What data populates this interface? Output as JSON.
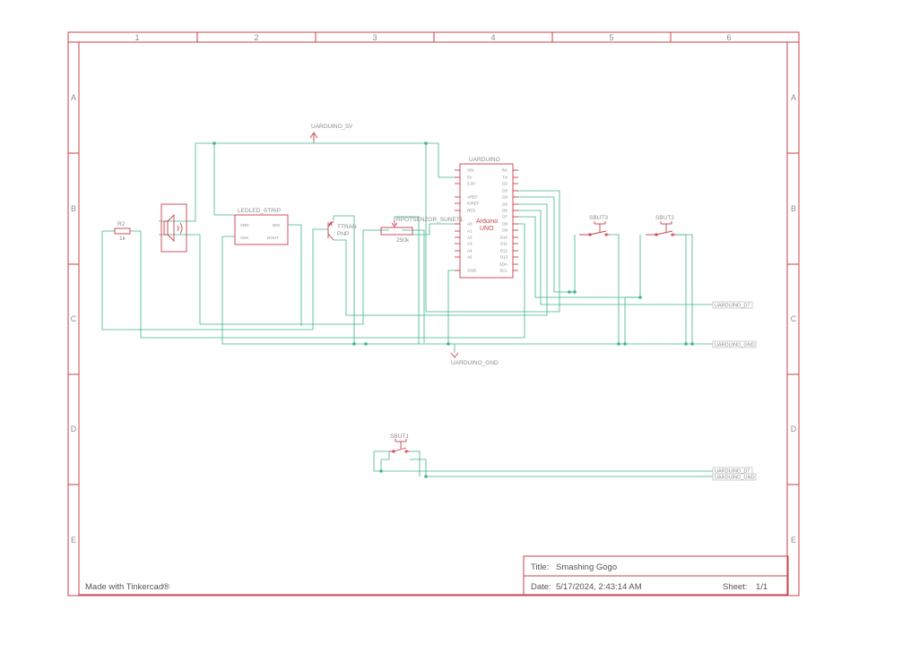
{
  "grid": {
    "columns": [
      "1",
      "2",
      "3",
      "4",
      "5",
      "6"
    ],
    "rows": [
      "A",
      "B",
      "C",
      "D",
      "E"
    ]
  },
  "labels": {
    "supply": "UARDUINO_5V",
    "ground": "UARDUINO_GND",
    "resistor_name": "R2",
    "resistor_value": "1k",
    "led_strip": "LEDLED_STRIP",
    "led_pins": [
      "VDD",
      "DIN",
      "VSS",
      "DOUT"
    ],
    "transistor_name": "TTRAN",
    "transistor_type": "PNP",
    "pot_name": "RPOTSENZOR_SUNET1",
    "pot_value": "250k",
    "arduino_name": "UARDUINO",
    "arduino_brand": "Arduino",
    "arduino_model": "UNO",
    "arduino_left_pins": [
      "VIN",
      "5V",
      "3.3V",
      "AREF",
      "IOREF",
      "RES",
      "A0",
      "A1",
      "A2",
      "A3",
      "A4",
      "A5",
      "GND"
    ],
    "arduino_right_pins": [
      "RX",
      "TX",
      "D2",
      "D3",
      "D4",
      "D5",
      "D6",
      "D7",
      "D8",
      "D9",
      "D10",
      "D11",
      "D12",
      "D13",
      "SDA",
      "SCL"
    ],
    "button3": "SBUT3",
    "button2": "SBUT2",
    "button1": "SBUT1",
    "net_tags": [
      "UARDUINO_D7",
      "UARDUINO_GND",
      "UARDUINO_D7",
      "UARDUINO_GND"
    ]
  },
  "credit": "Made with Tinkercad®",
  "title_block": {
    "title_label": "Title:",
    "title_value": "Smashing Gogo",
    "date_label": "Date:",
    "date_value": "5/17/2024, 2:43:14 AM",
    "sheet_label": "Sheet:",
    "sheet_value": "1/1"
  },
  "colors": {
    "frame": "#c9404a",
    "wire": "#3fb58f",
    "label": "#8c8c8c"
  }
}
